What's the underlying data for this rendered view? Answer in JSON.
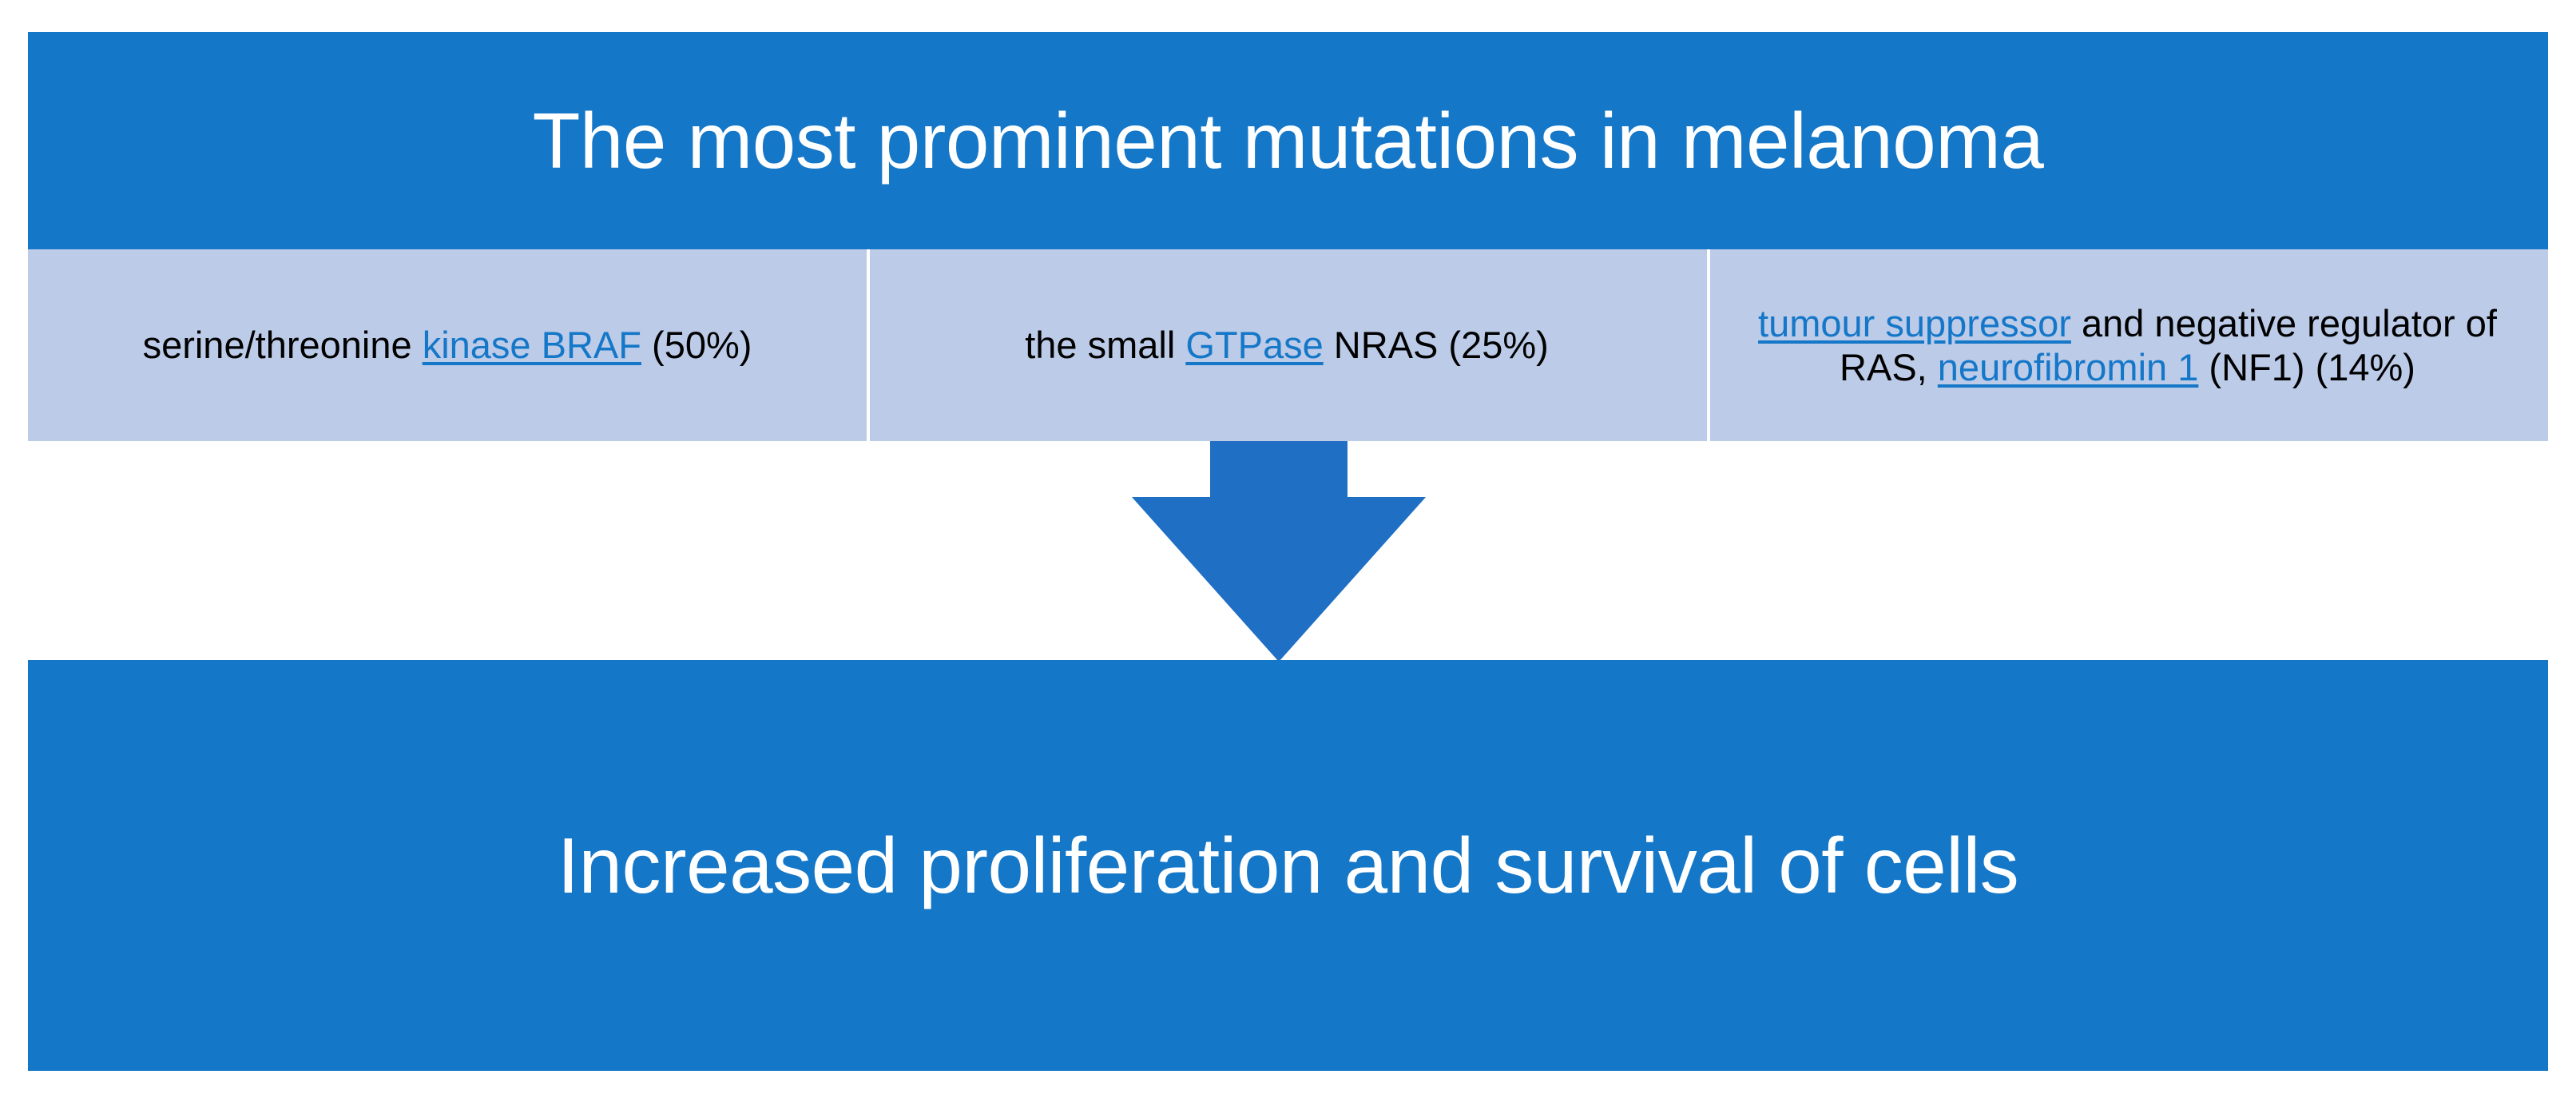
{
  "colors": {
    "primary_blue": "#1577C8",
    "light_blue": "#BCCBE8",
    "link_blue": "#1577C8",
    "title_text": "#FFFFFF",
    "body_text": "#000000",
    "background": "#FFFFFF"
  },
  "header": {
    "title": "The most prominent mutations in melanoma"
  },
  "columns": [
    {
      "id": "braf",
      "segments": [
        {
          "text": "serine/threonine ",
          "link": false
        },
        {
          "text": "kinase BRAF",
          "link": true
        },
        {
          "text": " (50%)",
          "link": false
        }
      ],
      "plain_text": "serine/threonine kinase BRAF (50%)",
      "gene": "BRAF",
      "percent": "50%"
    },
    {
      "id": "nras",
      "segments": [
        {
          "text": "the small ",
          "link": false
        },
        {
          "text": "GTPase",
          "link": true
        },
        {
          "text": " NRAS (25%)",
          "link": false
        }
      ],
      "plain_text": "the small GTPase NRAS (25%)",
      "gene": "NRAS",
      "percent": "25%"
    },
    {
      "id": "nf1",
      "segments": [
        {
          "text": "tumour suppressor",
          "link": true
        },
        {
          "text": " and negative regulator of RAS, ",
          "link": false
        },
        {
          "text": "neurofibromin 1",
          "link": true
        },
        {
          "text": " (NF1) (14%)",
          "link": false
        }
      ],
      "plain_text": "tumour suppressor and negative regulator of RAS, neurofibromin 1 (NF1) (14%)",
      "gene": "NF1",
      "percent": "14%"
    }
  ],
  "connector": {
    "icon": "arrow-down-icon",
    "direction": "down",
    "color": "#1577C8"
  },
  "outcome": {
    "text": "Increased proliferation and survival of cells"
  }
}
